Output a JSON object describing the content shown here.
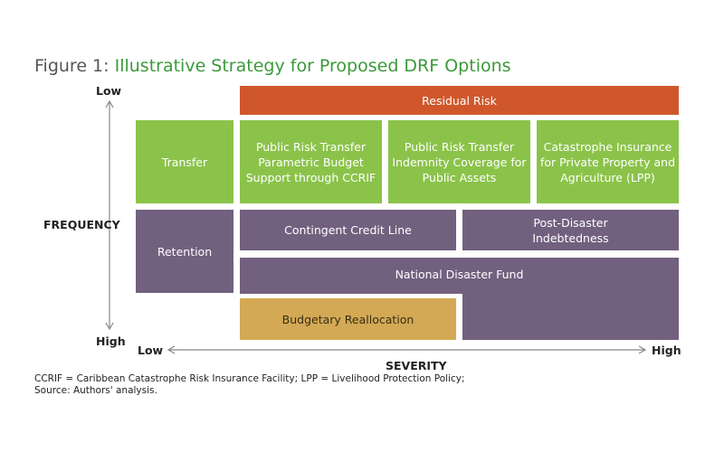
{
  "figure": {
    "prefix": "Figure 1: ",
    "title": "Illustrative Strategy for Proposed DRF Options"
  },
  "axes": {
    "y_title": "FREQUENCY",
    "y_top": "Low",
    "y_bottom": "High",
    "x_title": "SEVERITY",
    "x_left": "Low",
    "x_right": "High"
  },
  "boxes": {
    "residual_risk": "Residual Risk",
    "transfer": "Transfer",
    "retention": "Retention",
    "ccrif": "Public Risk Transfer\nParametric Budget\nSupport through CCRIF",
    "indemnity": "Public Risk Transfer\nIndemnity Coverage for\nPublic Assets",
    "cat_insurance": "Catastrophe Insurance\nfor Private Property and\nAgriculture (LPP)",
    "contingent_credit": "Contingent Credit Line",
    "post_disaster": "Post-Disaster\nIndebtedness",
    "national_fund": "National Disaster Fund",
    "budgetary": "Budgetary Reallocation"
  },
  "footnote": {
    "line1": "CCRIF = Caribbean Catastrophe Risk Insurance Facility; LPP = Livelihood Protection Policy;",
    "line2": "Source: Authors' analysis."
  },
  "colors": {
    "transfer_green": "#8bc34a",
    "retention_purple": "#72607f",
    "residual_orange": "#d0572b",
    "budget_gold": "#d3a955",
    "title_green": "#3a9a3a"
  }
}
